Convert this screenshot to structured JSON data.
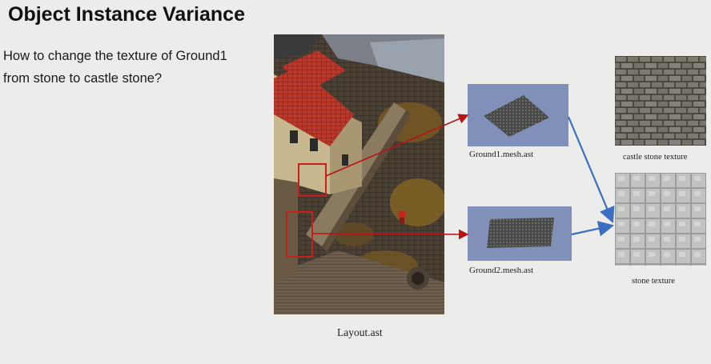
{
  "slide": {
    "title": "Object Instance Variance",
    "question": {
      "line1": "How to change the texture of Ground1",
      "line2": "from stone to castle stone?"
    }
  },
  "diagram": {
    "layout_label": "Layout.ast",
    "meshes": [
      {
        "label": "Ground1.mesh.ast"
      },
      {
        "label": "Ground2.mesh.ast"
      }
    ],
    "textures": [
      {
        "label": "castle stone texture"
      },
      {
        "label": "stone texture"
      }
    ]
  },
  "colors": {
    "background": "#ececea",
    "highlight_box": "#c81e1e",
    "red_arrow": "#b81414",
    "blue_arrow": "#3a6fc4",
    "mesh_panel": "#8190b8"
  }
}
